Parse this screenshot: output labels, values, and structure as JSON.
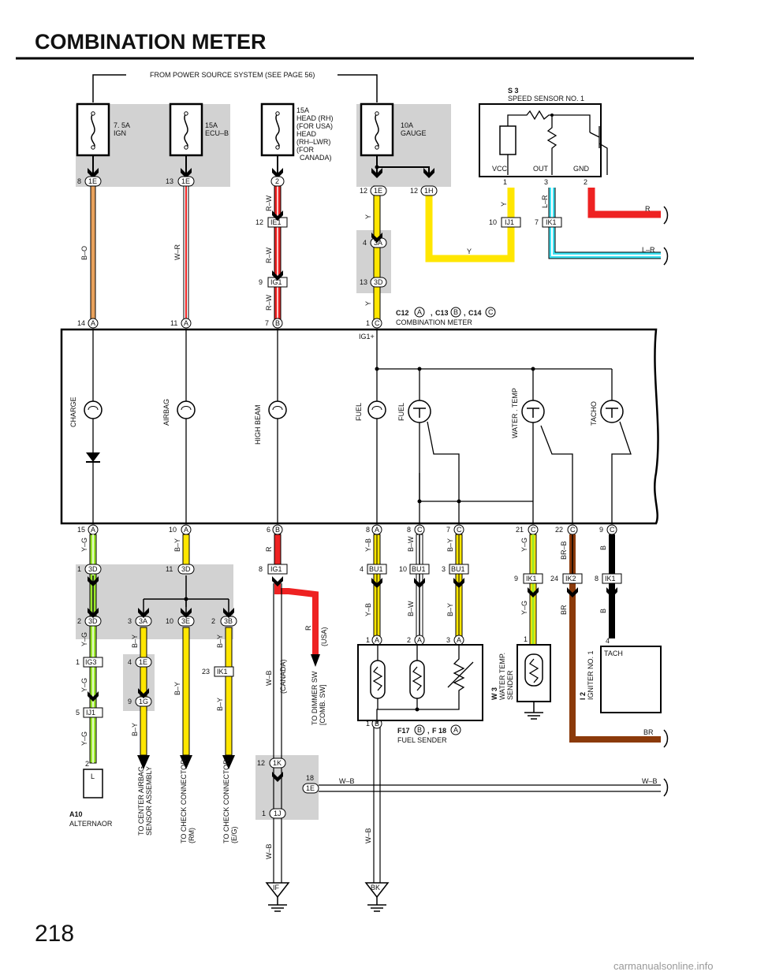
{
  "page": {
    "title": "COMBINATION METER",
    "page_number": "218",
    "watermark": "carmanualsonline.info"
  },
  "power_note": "FROM POWER SOURCE SYSTEM (SEE PAGE 56)",
  "fuses": {
    "ign": {
      "amp": "7. 5A",
      "name": "IGN"
    },
    "ecub": {
      "amp": "15A",
      "name": "ECU–B"
    },
    "head": {
      "amp": "15A",
      "l1": "HEAD (RH)",
      "l2": "(FOR USA)",
      "l3": "HEAD",
      "l4": "(RH–LWR)",
      "l5": "(FOR",
      "l6": "CANADA)"
    },
    "gauge": {
      "amp": "10A",
      "name": "GAUGE"
    }
  },
  "sensor": {
    "code": "S 3",
    "name": "SPEED SENSOR NO. 1",
    "vcc": "VCC",
    "out": "OUT",
    "gnd": "GND",
    "pins": [
      "1",
      "3",
      "2"
    ]
  },
  "meter": {
    "codes": [
      "C12",
      "C13",
      "C14"
    ],
    "letters": [
      "A",
      "B",
      "C"
    ],
    "name": "COMBINATION METER",
    "ig": "IG1+",
    "gauges": [
      "CHARGE",
      "AIRBAG",
      "HIGH BEAM",
      "FUEL",
      "FUEL",
      "WATER . TEMP",
      "TACHO"
    ]
  },
  "connectors": {
    "top": [
      {
        "pin": "8",
        "id": "1E"
      },
      {
        "pin": "13",
        "id": "1E"
      },
      {
        "pin": "",
        "id": "2"
      },
      {
        "pin": "12",
        "id": "1E"
      },
      {
        "pin": "12",
        "id": "1H"
      },
      {
        "pin": "12",
        "id": "IE1"
      },
      {
        "pin": "9",
        "id": "IG1"
      },
      {
        "pin": "4",
        "id": "3A"
      },
      {
        "pin": "13",
        "id": "3D"
      },
      {
        "pin": "10",
        "id": "IJ1"
      },
      {
        "pin": "7",
        "id": "IK1"
      }
    ],
    "meter_top": [
      {
        "pin": "14",
        "id": "A"
      },
      {
        "pin": "11",
        "id": "A"
      },
      {
        "pin": "7",
        "id": "B"
      },
      {
        "pin": "1",
        "id": "C"
      }
    ],
    "meter_bottom": [
      {
        "pin": "15",
        "id": "A"
      },
      {
        "pin": "10",
        "id": "A"
      },
      {
        "pin": "6",
        "id": "B"
      },
      {
        "pin": "8",
        "id": "A"
      },
      {
        "pin": "8",
        "id": "C"
      },
      {
        "pin": "7",
        "id": "C"
      },
      {
        "pin": "21",
        "id": "C"
      },
      {
        "pin": "22",
        "id": "C"
      },
      {
        "pin": "9",
        "id": "C"
      }
    ],
    "lower": [
      {
        "pin": "1",
        "id": "3D"
      },
      {
        "pin": "11",
        "id": "3D"
      },
      {
        "pin": "8",
        "id": "IG1"
      },
      {
        "pin": "4",
        "id": "BU1"
      },
      {
        "pin": "10",
        "id": "BU1"
      },
      {
        "pin": "3",
        "id": "BU1"
      },
      {
        "pin": "9",
        "id": "IK1"
      },
      {
        "pin": "24",
        "id": "IK2"
      },
      {
        "pin": "8",
        "id": "IK1"
      },
      {
        "pin": "2",
        "id": "3D"
      },
      {
        "pin": "3",
        "id": "3A"
      },
      {
        "pin": "10",
        "id": "3E"
      },
      {
        "pin": "2",
        "id": "3B"
      },
      {
        "pin": "1",
        "id": "IG3"
      },
      {
        "pin": "4",
        "id": "1E"
      },
      {
        "pin": "23",
        "id": "IK1"
      },
      {
        "pin": "9",
        "id": "1G"
      },
      {
        "pin": "5",
        "id": "IJ1"
      },
      {
        "pin": "1",
        "id": "A"
      },
      {
        "pin": "2",
        "id": "A"
      },
      {
        "pin": "3",
        "id": "A"
      },
      {
        "pin": "1",
        "id": "B"
      },
      {
        "pin": "12",
        "id": "1K"
      },
      {
        "pin": "18",
        "id": "1E"
      },
      {
        "pin": "1",
        "id": "1J"
      }
    ]
  },
  "wires": {
    "bo": "B–O",
    "wr": "W–R",
    "rw": "R–W",
    "y": "Y",
    "lr": "L–R",
    "r": "R",
    "yg": "Y–G",
    "by": "B–Y",
    "yb": "Y–B",
    "bw": "B–W",
    "brb": "BR–B",
    "b": "B",
    "wb": "W–B",
    "br": "BR",
    "usa": "(USA)",
    "canada": "(CANADA)"
  },
  "components": {
    "alternator": {
      "code": "A10",
      "name": "ALTERNAOR",
      "pin": "2",
      "term": "L"
    },
    "fuel_sender": {
      "codes": "F17",
      "c1": "B",
      "c2": "F 18",
      "c3": "A",
      "name": "FUEL SENDER"
    },
    "water": {
      "code": "W 3",
      "l1": "WATER TEMP.",
      "l2": "SENDER",
      "pin": "1"
    },
    "igniter": {
      "code": "I 2",
      "name": "IGNITER NO. 1",
      "pin": "4",
      "term": "TACH"
    },
    "ground_if": "IF",
    "ground_bk": "BK"
  },
  "destinations": {
    "airbag": [
      "TO CENTER AIRBAG",
      "SENSOR ASSEMBLY"
    ],
    "check_rm": [
      "TO CHECK CONNECTOR",
      "(RM)"
    ],
    "check_eg": [
      "TO CHECK CONNECTOR",
      "(E/G)"
    ],
    "dimmer": [
      "TO DIMMER SW",
      "[COMB. SW]"
    ]
  },
  "colors": {
    "orange": "#e8a15c",
    "red": "#ee2222",
    "yellow": "#ffe600",
    "cyan": "#3ee0f0",
    "lime": "#9be82c",
    "brown": "#8b3a0a",
    "gray": "#d2d2d2"
  }
}
